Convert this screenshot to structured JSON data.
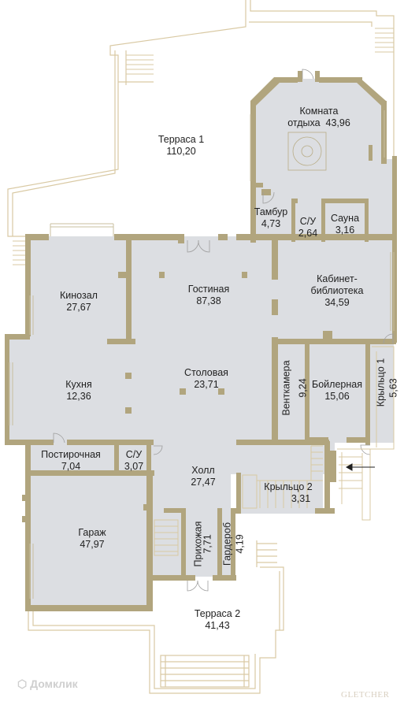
{
  "colors": {
    "wall": "#b1a57e",
    "floor": "#dcdee2",
    "line": "#d9c9a3",
    "text": "#1f1f1f"
  },
  "rooms": [
    {
      "name": "Терраса 1",
      "area": "110,20"
    },
    {
      "name": "Комната отдыха",
      "line1": "Комната",
      "line2": "отдыха",
      "area": "43,96"
    },
    {
      "name": "Тамбур",
      "area": "4,73"
    },
    {
      "name": "С/У",
      "area": "2,64"
    },
    {
      "name": "Сауна",
      "area": "3,16"
    },
    {
      "name": "Кинозал",
      "area": "27,67"
    },
    {
      "name": "Гостиная",
      "area": "87,38"
    },
    {
      "name": "Кабинет-библиотека",
      "line1": "Кабинет-",
      "line2": "библиотека",
      "area": "34,59"
    },
    {
      "name": "Кухня",
      "area": "12,36"
    },
    {
      "name": "Столовая",
      "area": "23,71"
    },
    {
      "name": "Венткамера",
      "area": "9,24"
    },
    {
      "name": "Бойлерная",
      "area": "15,06"
    },
    {
      "name": "Крыльцо 1",
      "area": "5,63"
    },
    {
      "name": "Постирочная",
      "area": "7,04"
    },
    {
      "name": "С/У",
      "area": "3,07"
    },
    {
      "name": "Холл",
      "area": "27,47"
    },
    {
      "name": "Крыльцо 2",
      "area": "3,31"
    },
    {
      "name": "Гараж",
      "area": "47,97"
    },
    {
      "name": "Прихожая",
      "area": "7,71"
    },
    {
      "name": "Гардероб",
      "area": "4,19"
    },
    {
      "name": "Терраса 2",
      "area": "41,43"
    }
  ],
  "watermark": {
    "left": "Домклик",
    "right": "GLETCHER"
  }
}
